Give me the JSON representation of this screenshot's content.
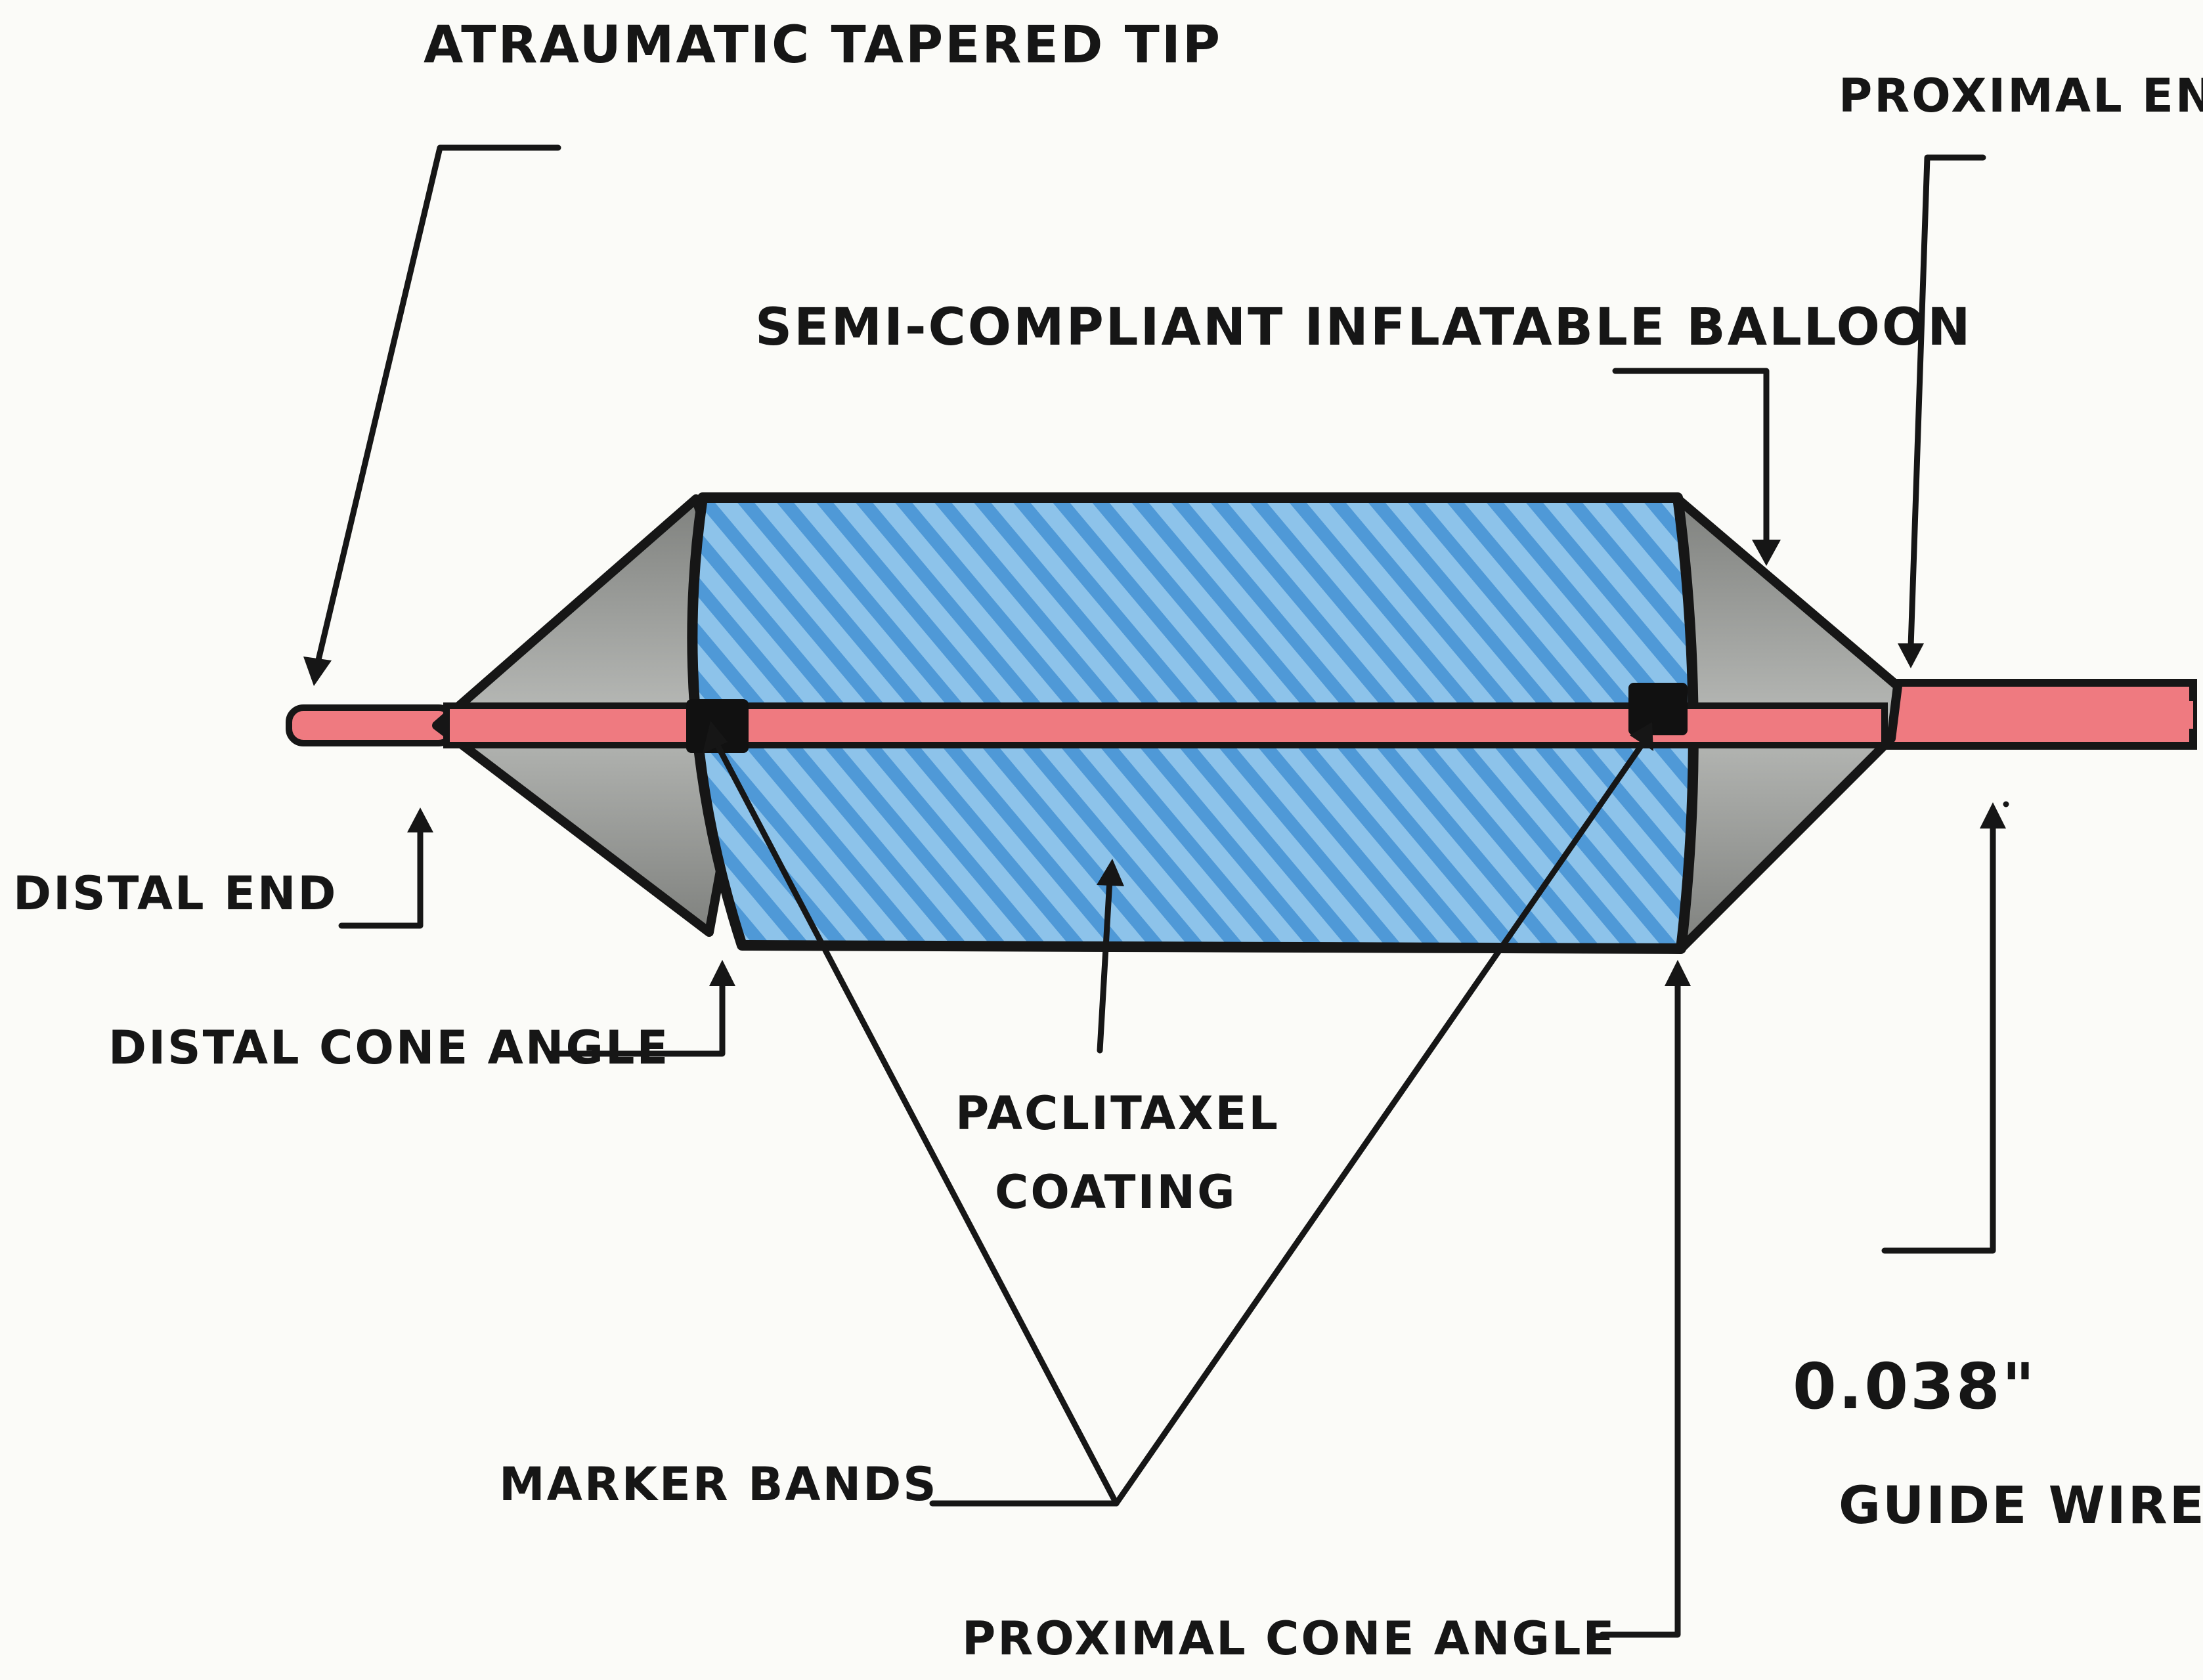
{
  "labels": {
    "tip": "ATRAUMATIC TAPERED TIP",
    "proximal_end": "PROXIMAL END",
    "balloon": "SEMI-COMPLIANT INFLATABLE BALLOON",
    "distal_end": "DISTAL END",
    "distal_cone": "DISTAL CONE ANGLE",
    "coating_1": "PACLITAXEL",
    "coating_2": "COATING",
    "marker_bands": "MARKER BANDS",
    "guide_wire_1": "0.038\"",
    "guide_wire_2": "GUIDE WIRE",
    "proximal_cone": "PROXIMAL CONE ANGLE"
  },
  "colors": {
    "balloon": "#5aa6d8",
    "balloon_dark": "#2f7fc0",
    "cone": "#9a9c99",
    "wire": "#ef7a80",
    "marker": "#111111",
    "outline": "#161616"
  }
}
